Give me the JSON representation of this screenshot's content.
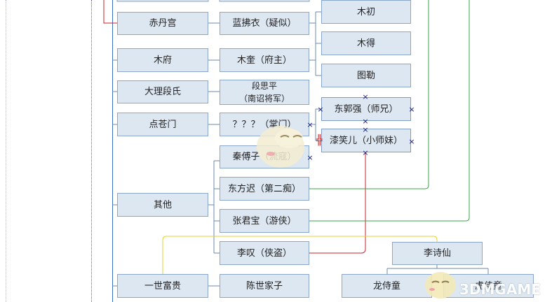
{
  "colors": {
    "node_bg": "#dde7f2",
    "node_border": "#8aa6c8",
    "connector": "#6c8ab0",
    "red_link": "#c8202a",
    "green_link": "#3aa64a",
    "yellow_link": "#e6d23a"
  },
  "categories": [
    {
      "id": "chidan",
      "label": "赤丹宫"
    },
    {
      "id": "mufu",
      "label": "木府"
    },
    {
      "id": "dali",
      "label": "大理段氏"
    },
    {
      "id": "diancang",
      "label": "点苍门"
    },
    {
      "id": "qita",
      "label": "其他"
    },
    {
      "id": "yishi",
      "label": "一世富贵"
    }
  ],
  "persons": [
    {
      "id": "lanfuyi",
      "label": "蓝拂衣（疑似）"
    },
    {
      "id": "mukui",
      "label": "木奎（府主）"
    },
    {
      "id": "duansiping",
      "line1": "段思平",
      "line2": "（南诏将军）"
    },
    {
      "id": "zhangmen",
      "label": "？？？（掌门）"
    },
    {
      "id": "qinfuzi",
      "label": "秦傅子（流寇）"
    },
    {
      "id": "dongfangchi",
      "label": "东方迟（第二痴）"
    },
    {
      "id": "zhangjunbao",
      "label": "张君宝（游侠）"
    },
    {
      "id": "litan",
      "label": "李叹（侠盗）"
    },
    {
      "id": "chenshijiazi",
      "label": "陈世家子"
    }
  ],
  "subordinates": [
    {
      "id": "muchu",
      "label": "木初"
    },
    {
      "id": "mude",
      "label": "木得"
    },
    {
      "id": "tule",
      "label": "图勒"
    },
    {
      "id": "dongguoqiang",
      "label": "东郭强（师兄）"
    },
    {
      "id": "qixiaoer",
      "label": "漆笑儿（小师妹）"
    }
  ],
  "others": [
    {
      "id": "lishixian",
      "label": "李诗仙"
    },
    {
      "id": "longshitong",
      "label": "龙侍童"
    },
    {
      "id": "hushitong",
      "label": "虎侍童"
    }
  ],
  "watermark": {
    "text": "3DMGAME"
  }
}
